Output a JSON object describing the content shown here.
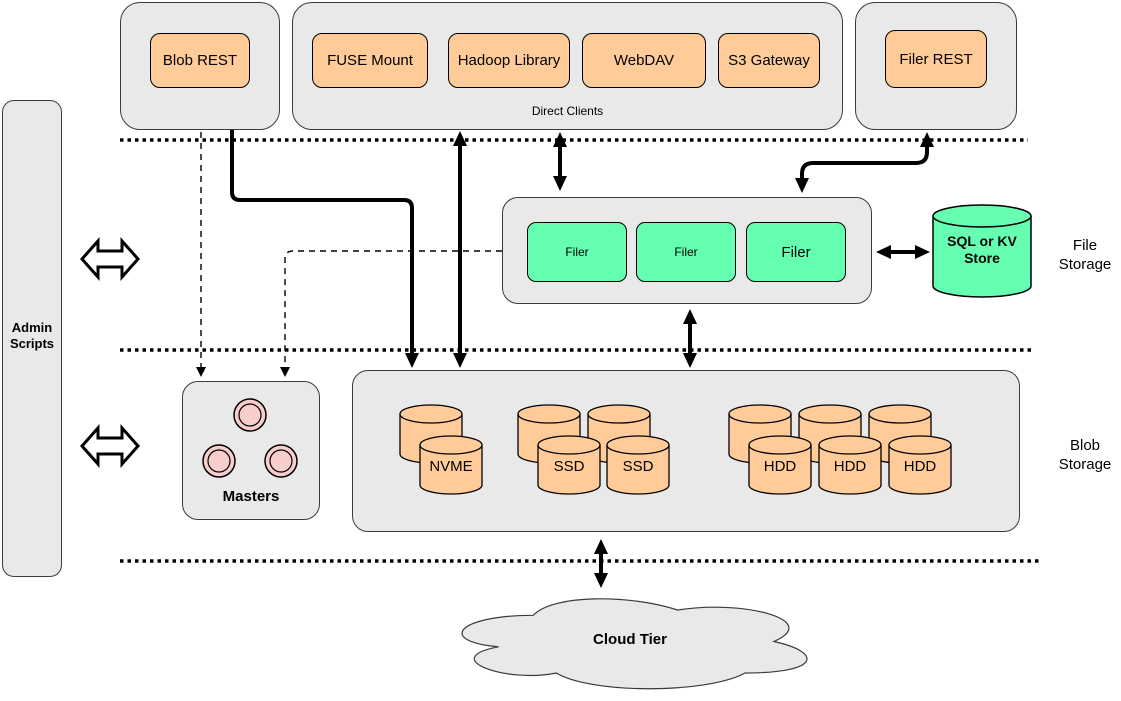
{
  "sidebar": {
    "admin_label": "Admin Scripts"
  },
  "clients": {
    "blob_rest": "Blob REST",
    "direct_clients_label": "Direct Clients",
    "direct_clients": [
      "FUSE Mount",
      "Hadoop Library",
      "WebDAV",
      "S3 Gateway"
    ],
    "filer_rest": "Filer REST"
  },
  "file_storage": {
    "section_label": "File Storage",
    "filers": [
      "Filer",
      "Filer",
      "Filer"
    ],
    "metadata_store": "SQL or KV Store"
  },
  "masters": {
    "label": "Masters",
    "node_count": 3
  },
  "blob_storage": {
    "section_label": "Blob Storage",
    "disks": [
      "NVME",
      "SSD",
      "SSD",
      "HDD",
      "HDD",
      "HDD"
    ]
  },
  "cloud": {
    "label": "Cloud Tier"
  },
  "colors": {
    "container_fill": "#E9E9E9",
    "client_fill": "#FFCC99",
    "filer_fill": "#66FFB2",
    "master_node_fill": "#F8CECC",
    "line": "#000000"
  }
}
